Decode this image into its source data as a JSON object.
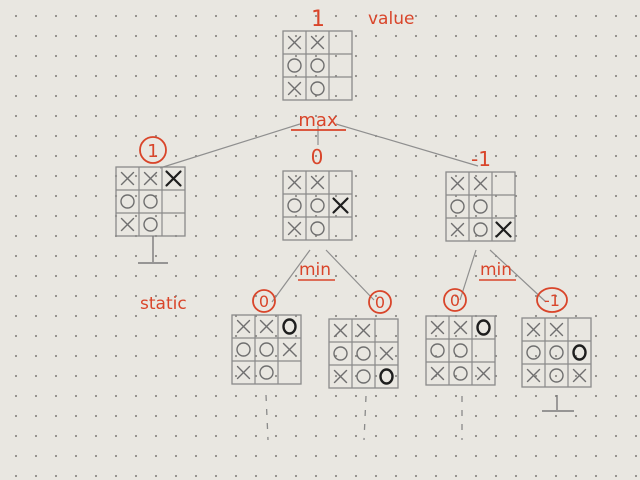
{
  "colors": {
    "red_ink": "#d9452a",
    "pencil": "#8a8a8a",
    "marker": "#1e1e1e"
  },
  "labels": {
    "value": "value",
    "max": "max",
    "min_left": "min",
    "min_right": "min",
    "static": "static"
  },
  "nodes": [
    {
      "id": "root",
      "value": "1",
      "circled": false,
      "cells": [
        "X",
        "X",
        "",
        "O",
        "O",
        "",
        "X",
        "O",
        ""
      ],
      "new_cell": -1,
      "terminal": false
    },
    {
      "id": "left",
      "value": "1",
      "circled": true,
      "cells": [
        "X",
        "X",
        "X",
        "O",
        "O",
        "",
        "X",
        "O",
        ""
      ],
      "new_cell": 2,
      "terminal": true
    },
    {
      "id": "mid",
      "value": "0",
      "circled": false,
      "cells": [
        "X",
        "X",
        "",
        "O",
        "O",
        "X",
        "X",
        "O",
        ""
      ],
      "new_cell": 5,
      "terminal": false
    },
    {
      "id": "right",
      "value": "-1",
      "circled": false,
      "cells": [
        "X",
        "X",
        "",
        "O",
        "O",
        "",
        "X",
        "O",
        "X"
      ],
      "new_cell": 8,
      "terminal": false
    },
    {
      "id": "ll",
      "value": "0",
      "circled": true,
      "cells": [
        "X",
        "X",
        "O",
        "O",
        "O",
        "X",
        "X",
        "O",
        ""
      ],
      "new_cell": 2,
      "terminal": false
    },
    {
      "id": "lr",
      "value": "0",
      "circled": true,
      "cells": [
        "X",
        "X",
        "",
        "O",
        "O",
        "X",
        "X",
        "O",
        "O"
      ],
      "new_cell": 8,
      "terminal": false
    },
    {
      "id": "rl",
      "value": "0",
      "circled": true,
      "cells": [
        "X",
        "X",
        "O",
        "O",
        "O",
        "",
        "X",
        "O",
        "X"
      ],
      "new_cell": 2,
      "terminal": false
    },
    {
      "id": "rr",
      "value": "-1",
      "circled": true,
      "cells": [
        "X",
        "X",
        "",
        "O",
        "O",
        "O",
        "X",
        "O",
        "X"
      ],
      "new_cell": 5,
      "terminal": true
    }
  ]
}
